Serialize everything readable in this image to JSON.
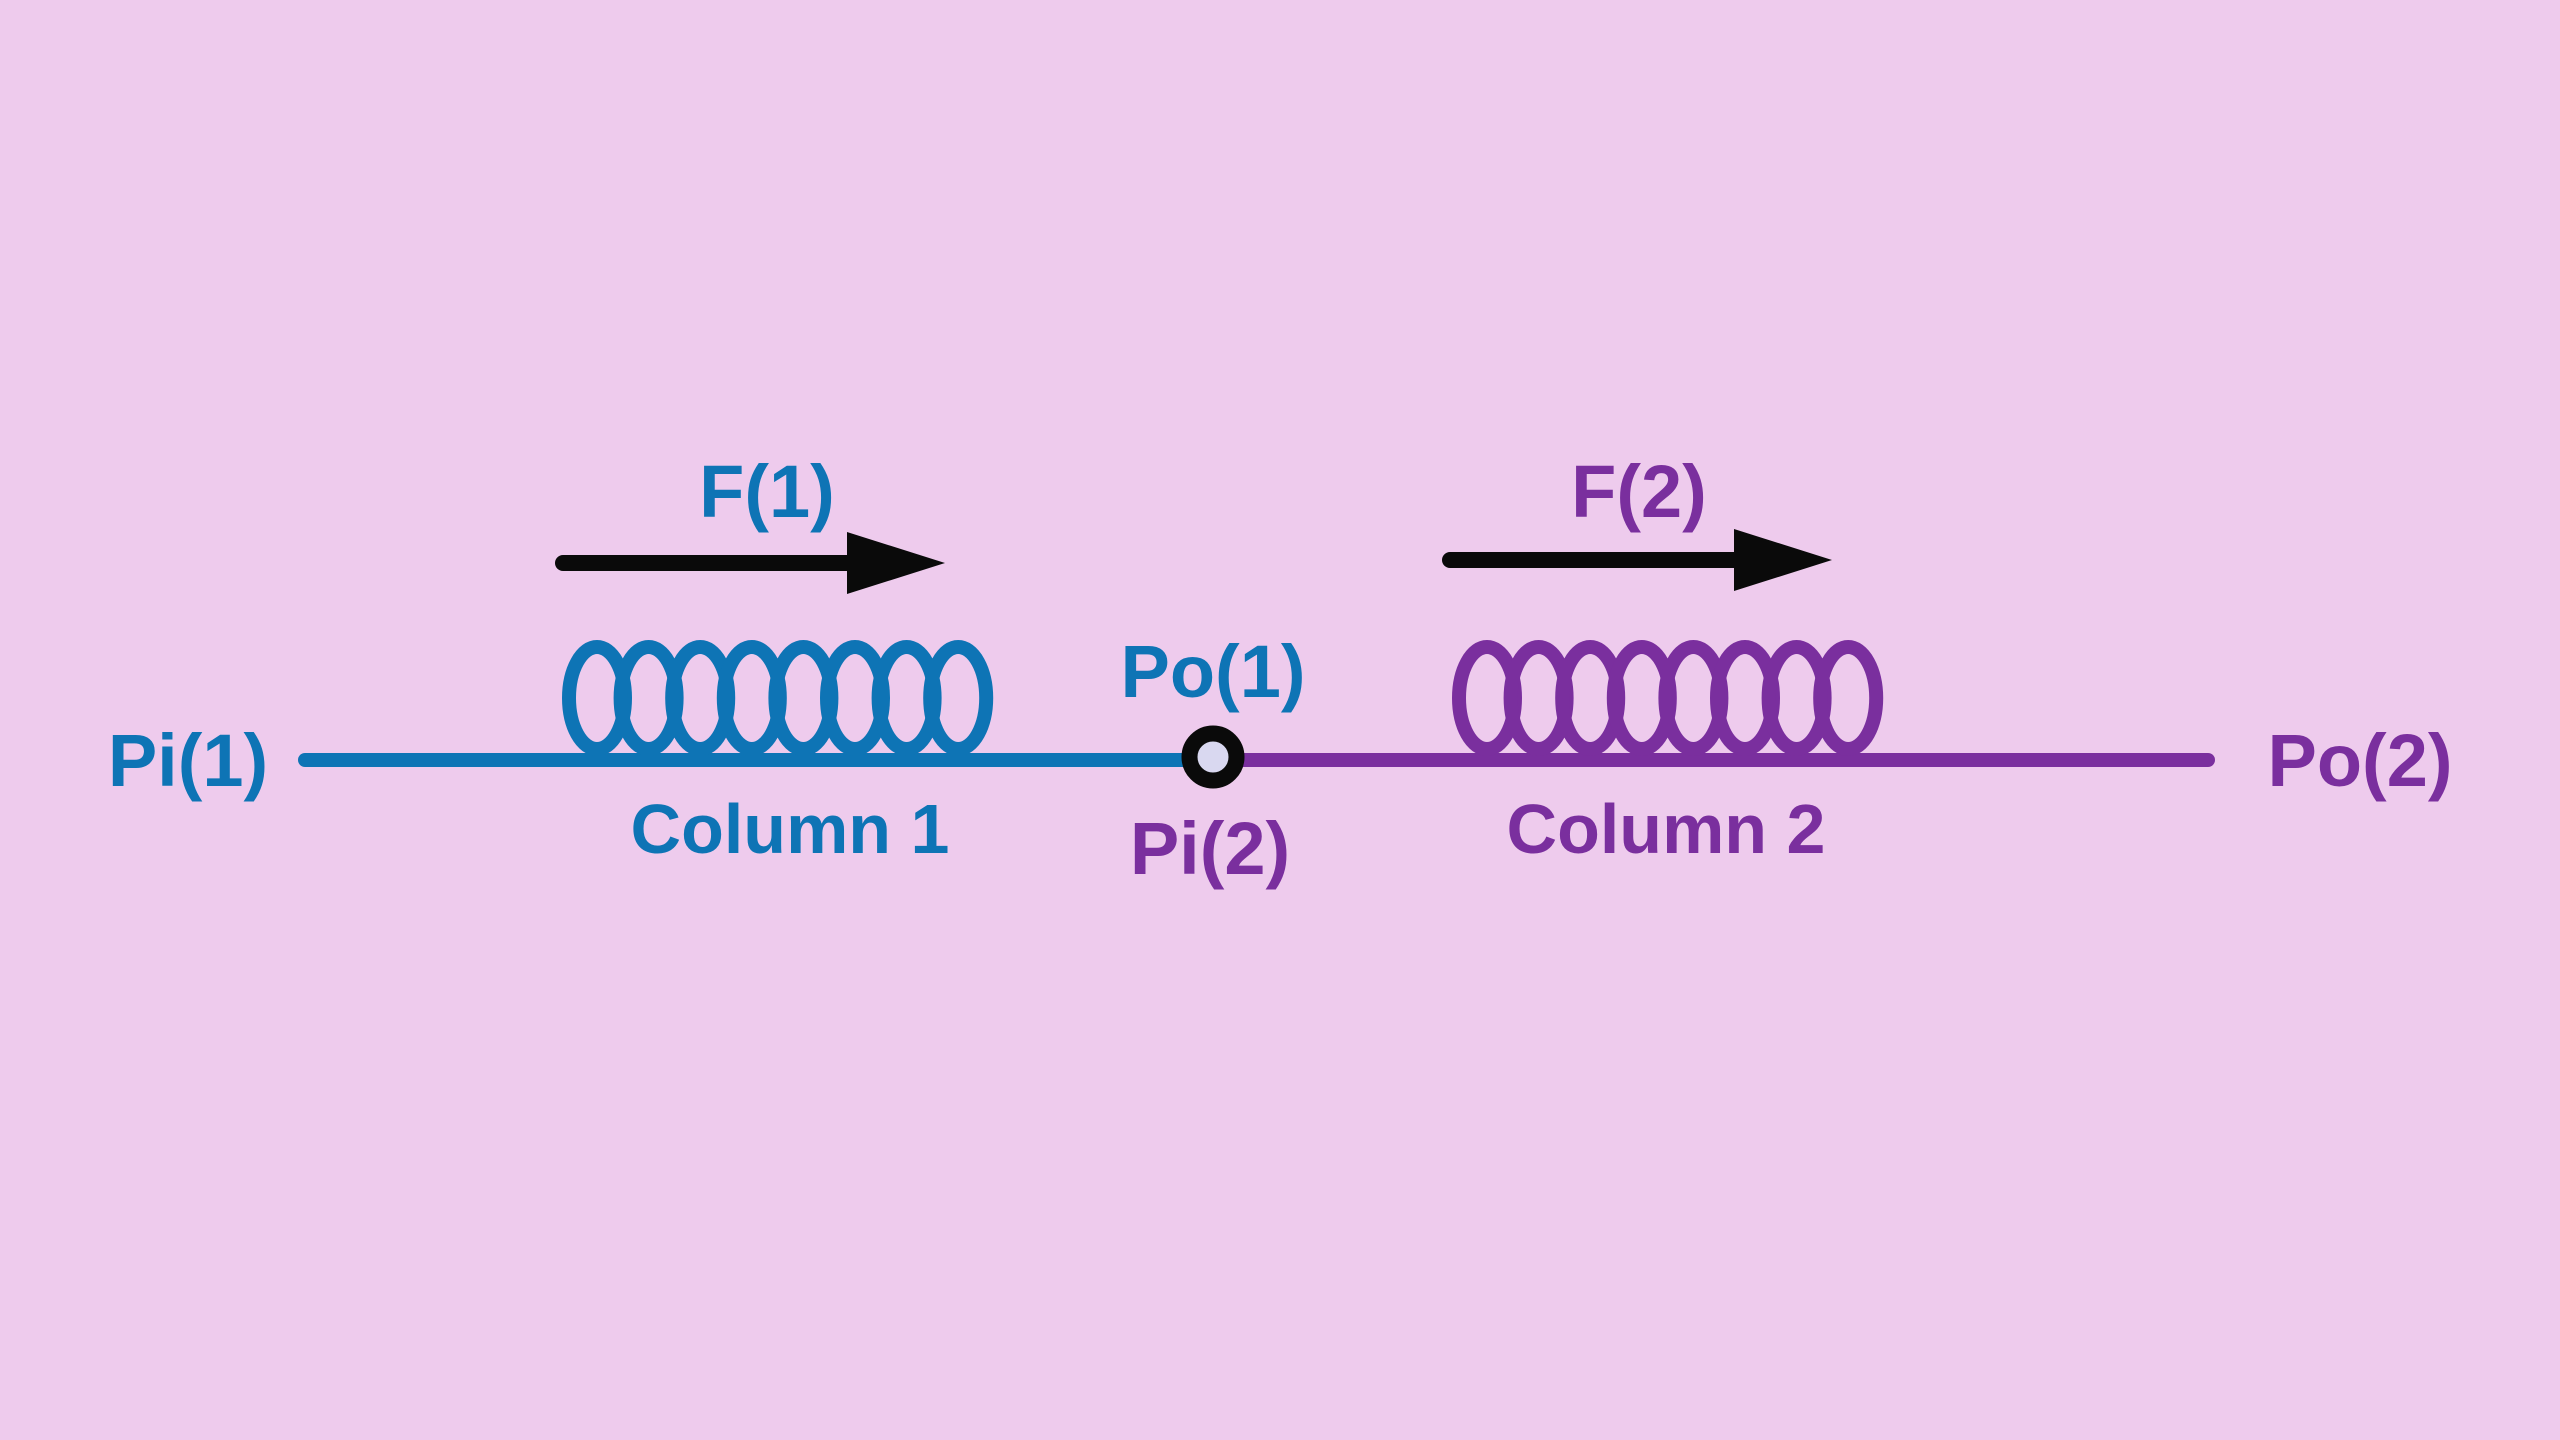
{
  "diagram": {
    "labels": {
      "pi1": "Pi(1)",
      "f1": "F(1)",
      "column1": "Column 1",
      "po1": "Po(1)",
      "pi2": "Pi(2)",
      "f2": "F(2)",
      "column2": "Column 2",
      "po2": "Po(2)"
    },
    "colors": {
      "background": "#EECBED",
      "column1_blue": "#0E74B5",
      "column2_purple": "#7A2F9E",
      "arrow_black": "#0A0A0A",
      "junction_ring": "#0A0A0A",
      "junction_fill": "#D9D8F0"
    },
    "icons": {
      "spring1": "spring-coil-icon",
      "spring2": "spring-coil-icon",
      "arrow1": "arrow-right-icon",
      "arrow2": "arrow-right-icon",
      "junction": "junction-node-icon"
    }
  }
}
